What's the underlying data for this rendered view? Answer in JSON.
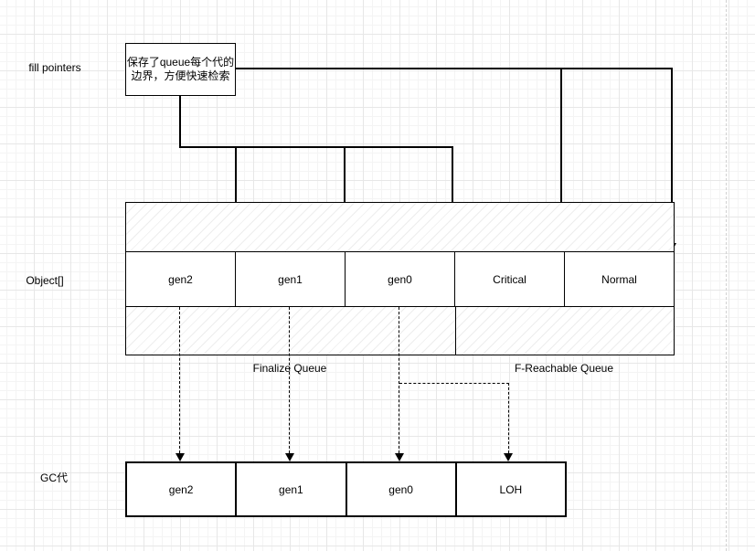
{
  "note": {
    "line1": "保存了queue每个代的",
    "line2": "边界，方便快速检索"
  },
  "labels": {
    "fill_pointers": "fill pointers",
    "object_array": "Object[]",
    "gc_generations": "GC代",
    "finalize_queue": "Finalize Queue",
    "f_reachable_queue": "F-Reachable Queue"
  },
  "object_queue_table": {
    "cells": [
      "gen2",
      "gen1",
      "gen0",
      "Critical",
      "Normal"
    ]
  },
  "gc_table": {
    "cells": [
      "gen2",
      "gen1",
      "gen0",
      "LOH"
    ]
  },
  "colors": {
    "line": "#000000",
    "background": "#ffffff",
    "grid_minor": "#f4f4f4",
    "grid_major": "#e7e7e7",
    "page_break": "#d2d2d2"
  }
}
